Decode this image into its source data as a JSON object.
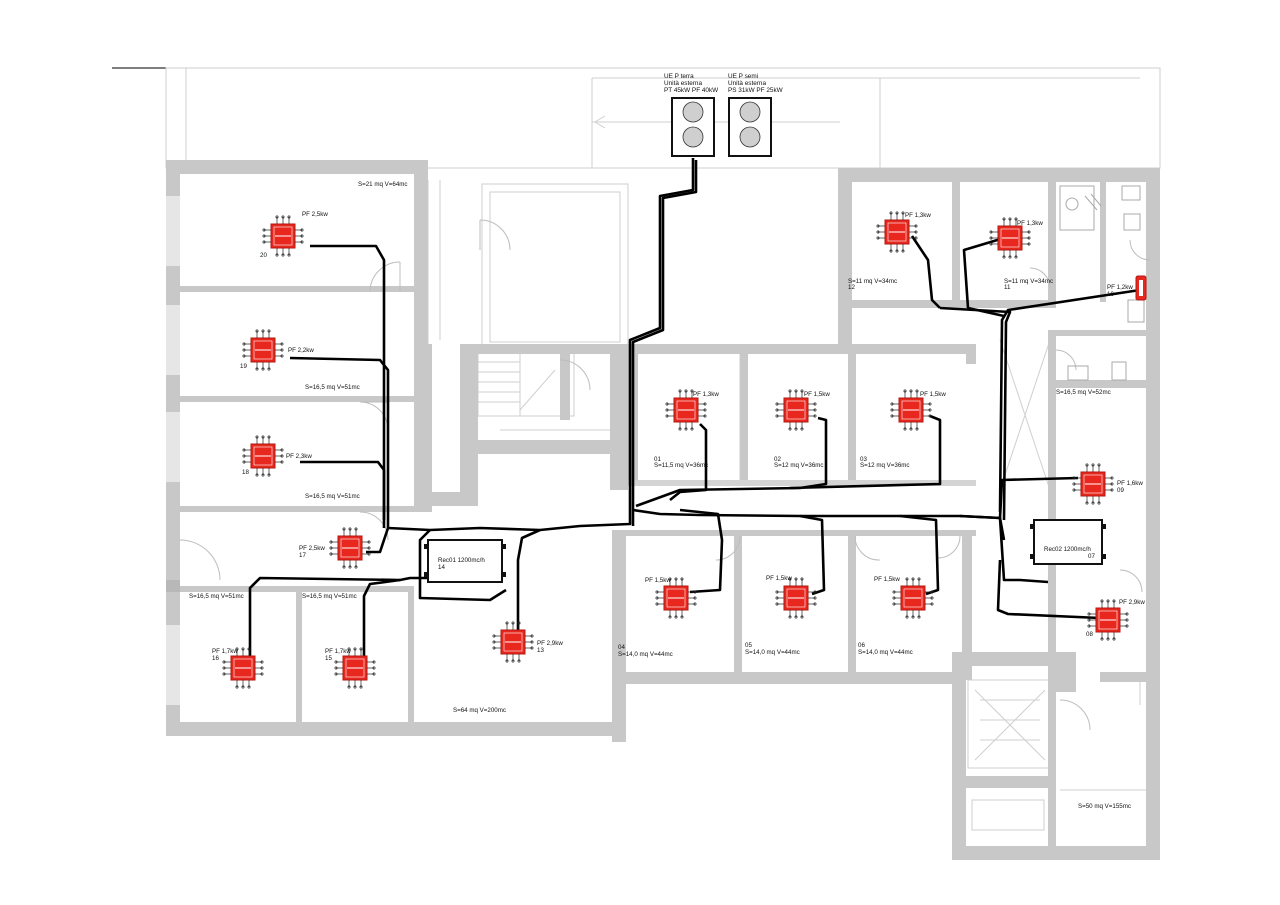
{
  "outdoor_units": [
    {
      "id": "ue-p-terra",
      "lines": [
        "UE P terra",
        "Unità esterna",
        "PT 45kW PF 40kW"
      ]
    },
    {
      "id": "ue-p-semi",
      "lines": [
        "UE P semi",
        "Unità esterna",
        "PS 31kW PF 25kW"
      ]
    }
  ],
  "indoor_units": [
    {
      "id": "20",
      "power": "PF 2,5kw",
      "number": "20"
    },
    {
      "id": "19",
      "power": "PF 2,2kw",
      "number": "19"
    },
    {
      "id": "18",
      "power": "PF 2,3kw",
      "number": "18"
    },
    {
      "id": "17",
      "power": "PF 2,5kw",
      "number": "17"
    },
    {
      "id": "16",
      "power": "PF 1,7kw",
      "number": "16"
    },
    {
      "id": "15",
      "power": "PF 1,7kw",
      "number": "15"
    },
    {
      "id": "13",
      "power": "PF 2,9kw",
      "number": "13"
    },
    {
      "id": "01",
      "power": "PF 1,3kw",
      "number": "01"
    },
    {
      "id": "02",
      "power": "PF 1,5kw",
      "number": "02"
    },
    {
      "id": "03",
      "power": "PF 1,5kw",
      "number": "03"
    },
    {
      "id": "04",
      "power": "PF 1,5kw",
      "number": "04"
    },
    {
      "id": "05",
      "power": "PF 1,5kw",
      "number": "05"
    },
    {
      "id": "06",
      "power": "PF 1,5kw",
      "number": "06"
    },
    {
      "id": "12",
      "power": "PF 1,3kw",
      "number": "12"
    },
    {
      "id": "11",
      "power": "PF 1,3kw",
      "number": "11"
    },
    {
      "id": "10",
      "power": "PF 1,2kw",
      "number": "10"
    },
    {
      "id": "09",
      "power": "PF 1,6kw",
      "number": "09"
    },
    {
      "id": "08",
      "power": "PF 2,9kw",
      "number": "08"
    }
  ],
  "recuperators": [
    {
      "id": "14",
      "label": "Rec01 1200mc/h",
      "number": "14"
    },
    {
      "id": "07",
      "label": "Rec02 1200mc/h",
      "number": "07"
    }
  ],
  "room_labels": [
    "S=21 mq V=64mc",
    "S=16,5 mq V=51mc",
    "S=16,5 mq V=51mc",
    "S=16,5 mq V=51mc",
    "S=16,5 mq V=51mc",
    "S=64 mq V=200mc",
    "S=11,5 mq V=36mc",
    "S=12 mq V=36mc",
    "S=12 mq V=36mc",
    "S=14,0 mq V=44mc",
    "S=14,0 mq V=44mc",
    "S=14,0 mq V=44mc",
    "S=11 mq V=34mc",
    "S=11 mq V=34mc",
    "S=16,5 mq V=52mc",
    "S=50 mq V=155mc"
  ],
  "colors": {
    "unit_fill": "#e8271f",
    "unit_stroke": "#b01810",
    "wall": "#c8c8c8",
    "pipe": "#000000"
  }
}
